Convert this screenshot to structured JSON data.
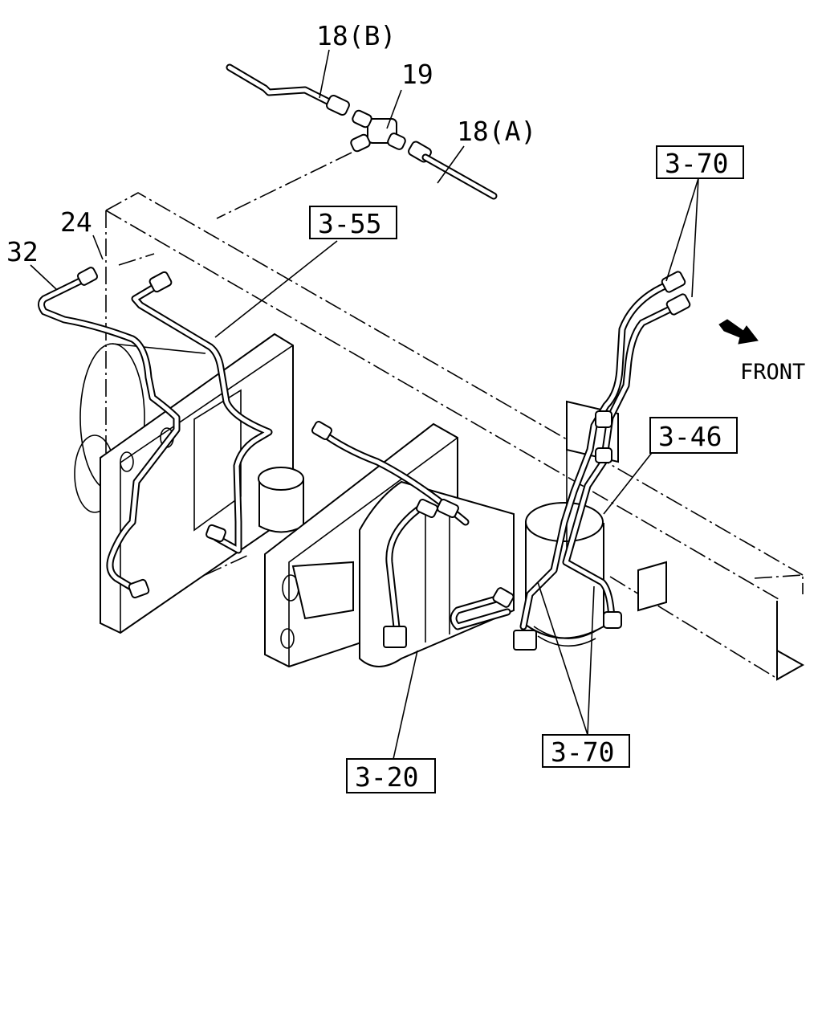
{
  "diagram": {
    "part_labels": {
      "p18b": "18(B)",
      "p19": "19",
      "p18a": "18(A)",
      "p24": "24",
      "p32": "32"
    },
    "ref_boxes": {
      "r355": "3-55",
      "r370_top": "3-70",
      "r346": "3-46",
      "r320": "3-20",
      "r370_bottom": "3-70"
    },
    "direction": {
      "label": "FRONT",
      "icon": "arrow-icon"
    }
  }
}
